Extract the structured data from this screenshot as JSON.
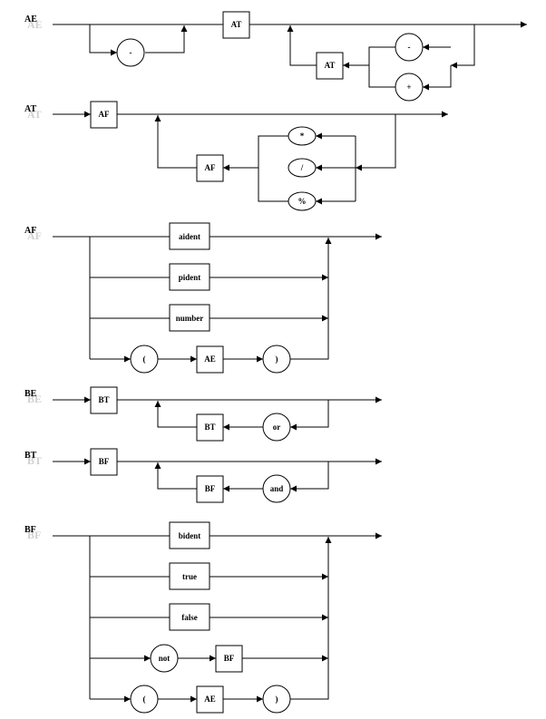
{
  "rules": {
    "ae": {
      "name": "AE",
      "nodes": {
        "minus_opt": "-",
        "at1": "AT",
        "at2": "AT",
        "minus_op": "-",
        "plus_op": "+"
      }
    },
    "at": {
      "name": "AT",
      "nodes": {
        "af1": "AF",
        "af2": "AF",
        "mul_op": "*",
        "div_op": "/",
        "mod_op": "%"
      }
    },
    "af": {
      "name": "AF",
      "nodes": {
        "aident": "aident",
        "pident": "pident",
        "number": "number",
        "lparen": "(",
        "ae": "AE",
        "rparen": ")"
      }
    },
    "be": {
      "name": "BE",
      "nodes": {
        "bt1": "BT",
        "bt2": "BT",
        "or": "or"
      }
    },
    "bt": {
      "name": "BT",
      "nodes": {
        "bf1": "BF",
        "bf2": "BF",
        "and": "and"
      }
    },
    "bf": {
      "name": "BF",
      "nodes": {
        "bident": "bident",
        "true": "true",
        "false": "false",
        "not": "not",
        "bf": "BF",
        "lparen": "(",
        "ae": "AE",
        "rparen": ")"
      }
    }
  }
}
